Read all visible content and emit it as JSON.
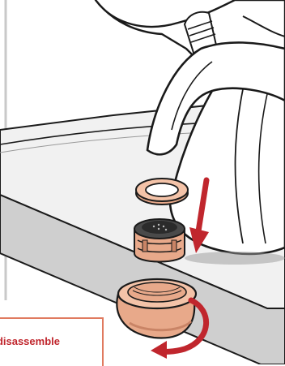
{
  "diagram": {
    "callout": {
      "text": "t disassemble",
      "border_color": "#e07a5f",
      "text_color": "#c0262d"
    },
    "parts": [
      {
        "name": "o-ring-washer",
        "color": "#e8a98a"
      },
      {
        "name": "aerator-insert",
        "color": "#e8a98a"
      },
      {
        "name": "aerator-housing",
        "color": "#e8a98a"
      }
    ],
    "arrows": [
      {
        "name": "down-arrow",
        "color": "#c0262d"
      },
      {
        "name": "rotate-arrow",
        "color": "#c0262d"
      }
    ]
  }
}
